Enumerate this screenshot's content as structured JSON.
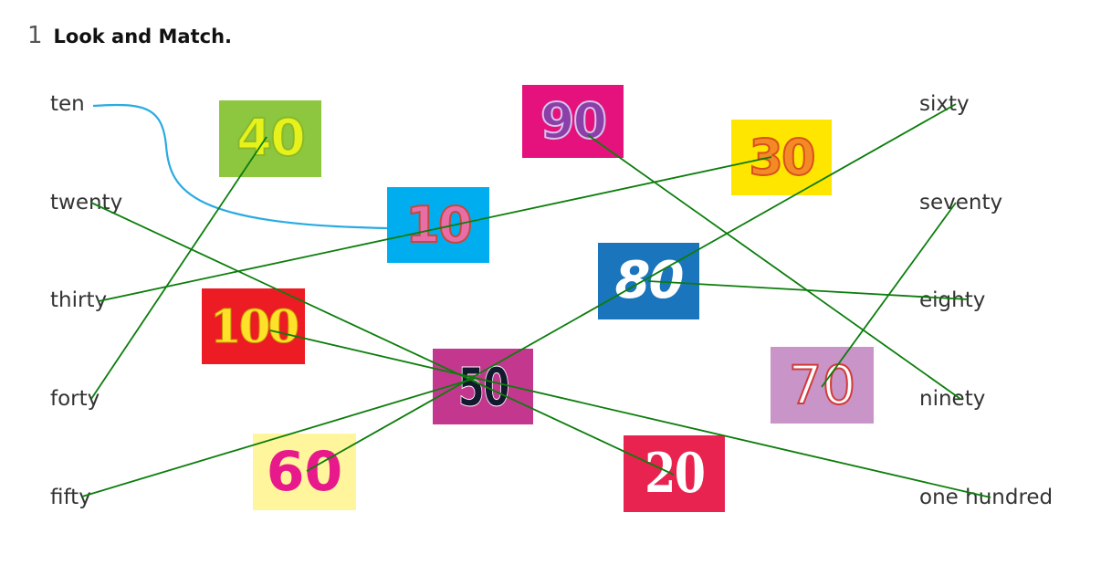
{
  "exercise": {
    "number": "1",
    "title": "Look and Match."
  },
  "words_left": [
    {
      "id": "ten",
      "text": "ten"
    },
    {
      "id": "twenty",
      "text": "twenty"
    },
    {
      "id": "thirty",
      "text": "thirty"
    },
    {
      "id": "forty",
      "text": "forty"
    },
    {
      "id": "fifty",
      "text": "fifty"
    }
  ],
  "words_right": [
    {
      "id": "sixty",
      "text": "sixty"
    },
    {
      "id": "seventy",
      "text": "seventy"
    },
    {
      "id": "eighty",
      "text": "eighty"
    },
    {
      "id": "ninety",
      "text": "ninety"
    },
    {
      "id": "one_hundred",
      "text": "one hundred"
    }
  ],
  "cards": [
    {
      "id": "c40",
      "value": "40",
      "bg": "#8dc63f"
    },
    {
      "id": "c90",
      "value": "90",
      "bg": "#e5127d"
    },
    {
      "id": "c30",
      "value": "30",
      "bg": "#ffe600"
    },
    {
      "id": "c10",
      "value": "10",
      "bg": "#00aeef"
    },
    {
      "id": "c80",
      "value": "80",
      "bg": "#1b75bc"
    },
    {
      "id": "c100",
      "value": "100",
      "bg": "#ed1c24"
    },
    {
      "id": "c50",
      "value": "50",
      "bg": "#c4378f"
    },
    {
      "id": "c70",
      "value": "70",
      "bg": "#c994c7"
    },
    {
      "id": "c60",
      "value": "60",
      "bg": "#fff59d"
    },
    {
      "id": "c20",
      "value": "20",
      "bg": "#e8234f"
    }
  ],
  "matches": [
    {
      "word": "ten",
      "number": "10",
      "color": "#29abe2"
    },
    {
      "word": "twenty",
      "number": "20",
      "color": "#0b7d0b"
    },
    {
      "word": "thirty",
      "number": "30",
      "color": "#0b7d0b"
    },
    {
      "word": "forty",
      "number": "40",
      "color": "#0b7d0b"
    },
    {
      "word": "fifty",
      "number": "50",
      "color": "#0b7d0b"
    },
    {
      "word": "sixty",
      "number": "60",
      "color": "#0b7d0b"
    },
    {
      "word": "seventy",
      "number": "70",
      "color": "#0b7d0b"
    },
    {
      "word": "eighty",
      "number": "80",
      "color": "#0b7d0b"
    },
    {
      "word": "ninety",
      "number": "90",
      "color": "#0b7d0b"
    },
    {
      "word": "one hundred",
      "number": "100",
      "color": "#0b7d0b"
    }
  ]
}
